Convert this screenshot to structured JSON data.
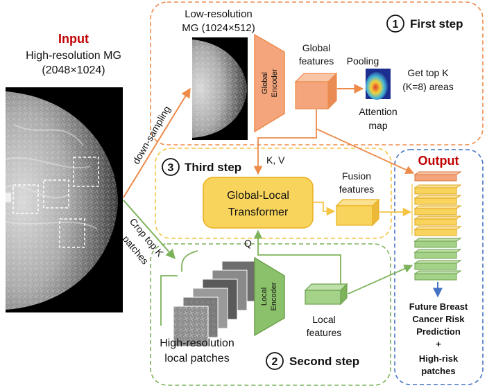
{
  "input": {
    "title": "Input",
    "line1": "High-resolution MG",
    "line2": "(2048×1024)"
  },
  "lowres": {
    "line1": "Low-resolution",
    "line2": "MG (1024×512)"
  },
  "steps": {
    "first_num": "1",
    "first_label": "First step",
    "second_num": "2",
    "second_label": "Second step",
    "third_num": "3",
    "third_label": "Third step"
  },
  "global_encoder": {
    "line1": "Global",
    "line2": "Encoder"
  },
  "global_features": {
    "line1": "Global",
    "line2": "features"
  },
  "pooling": "Pooling",
  "attention_map": {
    "line1": "Attention",
    "line2": "map"
  },
  "top_k": {
    "line1": "Get top K",
    "line2": "(K=8) areas"
  },
  "downsampling": "down-sampling",
  "crop": {
    "line1": "Crop top K",
    "line2": "patches"
  },
  "kv": "K, V",
  "q": "Q",
  "transformer": {
    "line1": "Global-Local",
    "line2": "Transformer"
  },
  "fusion": {
    "line1": "Fusion",
    "line2": "features"
  },
  "local_encoder": {
    "line1": "Local",
    "line2": "Encoder"
  },
  "local_features": {
    "line1": "Local",
    "line2": "features"
  },
  "patches_label": {
    "line1": "High-resolution",
    "line2": "local patches"
  },
  "output": {
    "title": "Output",
    "line1": "Future Breast",
    "line2": "Cancer Risk",
    "line3": "Prediction",
    "line4": "+",
    "line5": "High-risk",
    "line6": "patches"
  },
  "colors": {
    "orange": "#ED8B4B",
    "yellow": "#F5C443",
    "green": "#7CB25A",
    "blue": "#4472C4",
    "red": "#C00000"
  }
}
